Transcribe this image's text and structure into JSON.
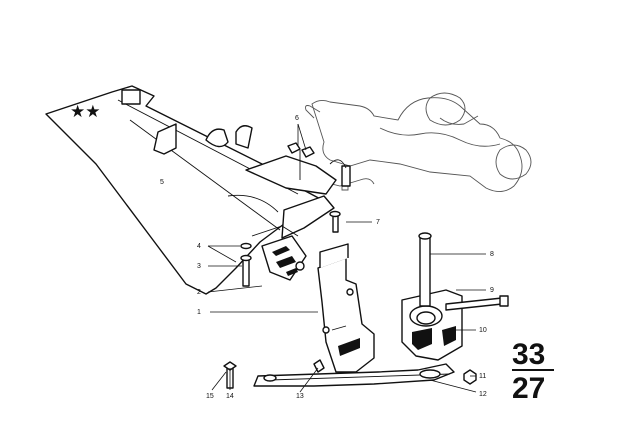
{
  "diagram": {
    "marker": "★★",
    "callouts": [
      "1",
      "2",
      "3",
      "4",
      "5",
      "6",
      "7",
      "8",
      "9",
      "10",
      "11",
      "12",
      "13",
      "14",
      "15"
    ],
    "group": {
      "top": "33",
      "bottom": "27"
    }
  }
}
